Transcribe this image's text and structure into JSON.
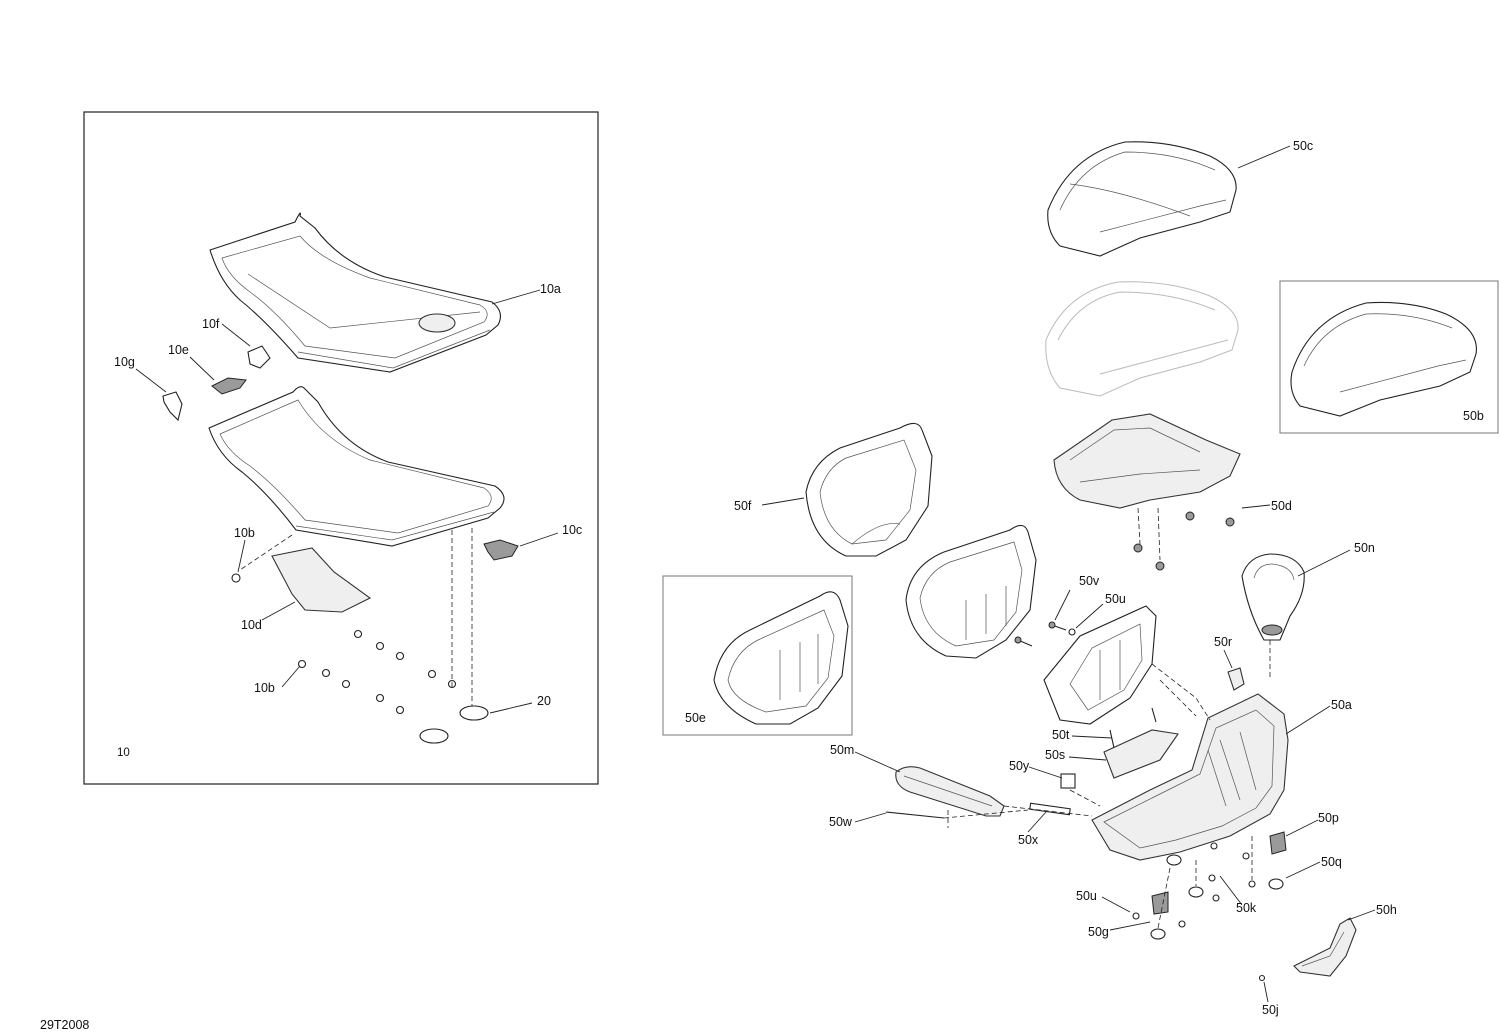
{
  "diagram_code": "29T2008",
  "left_panel": {
    "group_label": "10"
  },
  "callouts": {
    "c10a": "10a",
    "c10b_1": "10b",
    "c10b_2": "10b",
    "c10c": "10c",
    "c10d": "10d",
    "c10e": "10e",
    "c10f": "10f",
    "c10g": "10g",
    "c20": "20",
    "c50a": "50a",
    "c50b": "50b",
    "c50c": "50c",
    "c50d": "50d",
    "c50e": "50e",
    "c50f": "50f",
    "c50g": "50g",
    "c50h": "50h",
    "c50j": "50j",
    "c50k": "50k",
    "c50m": "50m",
    "c50n": "50n",
    "c50p": "50p",
    "c50q": "50q",
    "c50r": "50r",
    "c50s": "50s",
    "c50t": "50t",
    "c50u_1": "50u",
    "c50u_2": "50u",
    "c50v": "50v",
    "c50w": "50w",
    "c50x": "50x",
    "c50y": "50y"
  }
}
